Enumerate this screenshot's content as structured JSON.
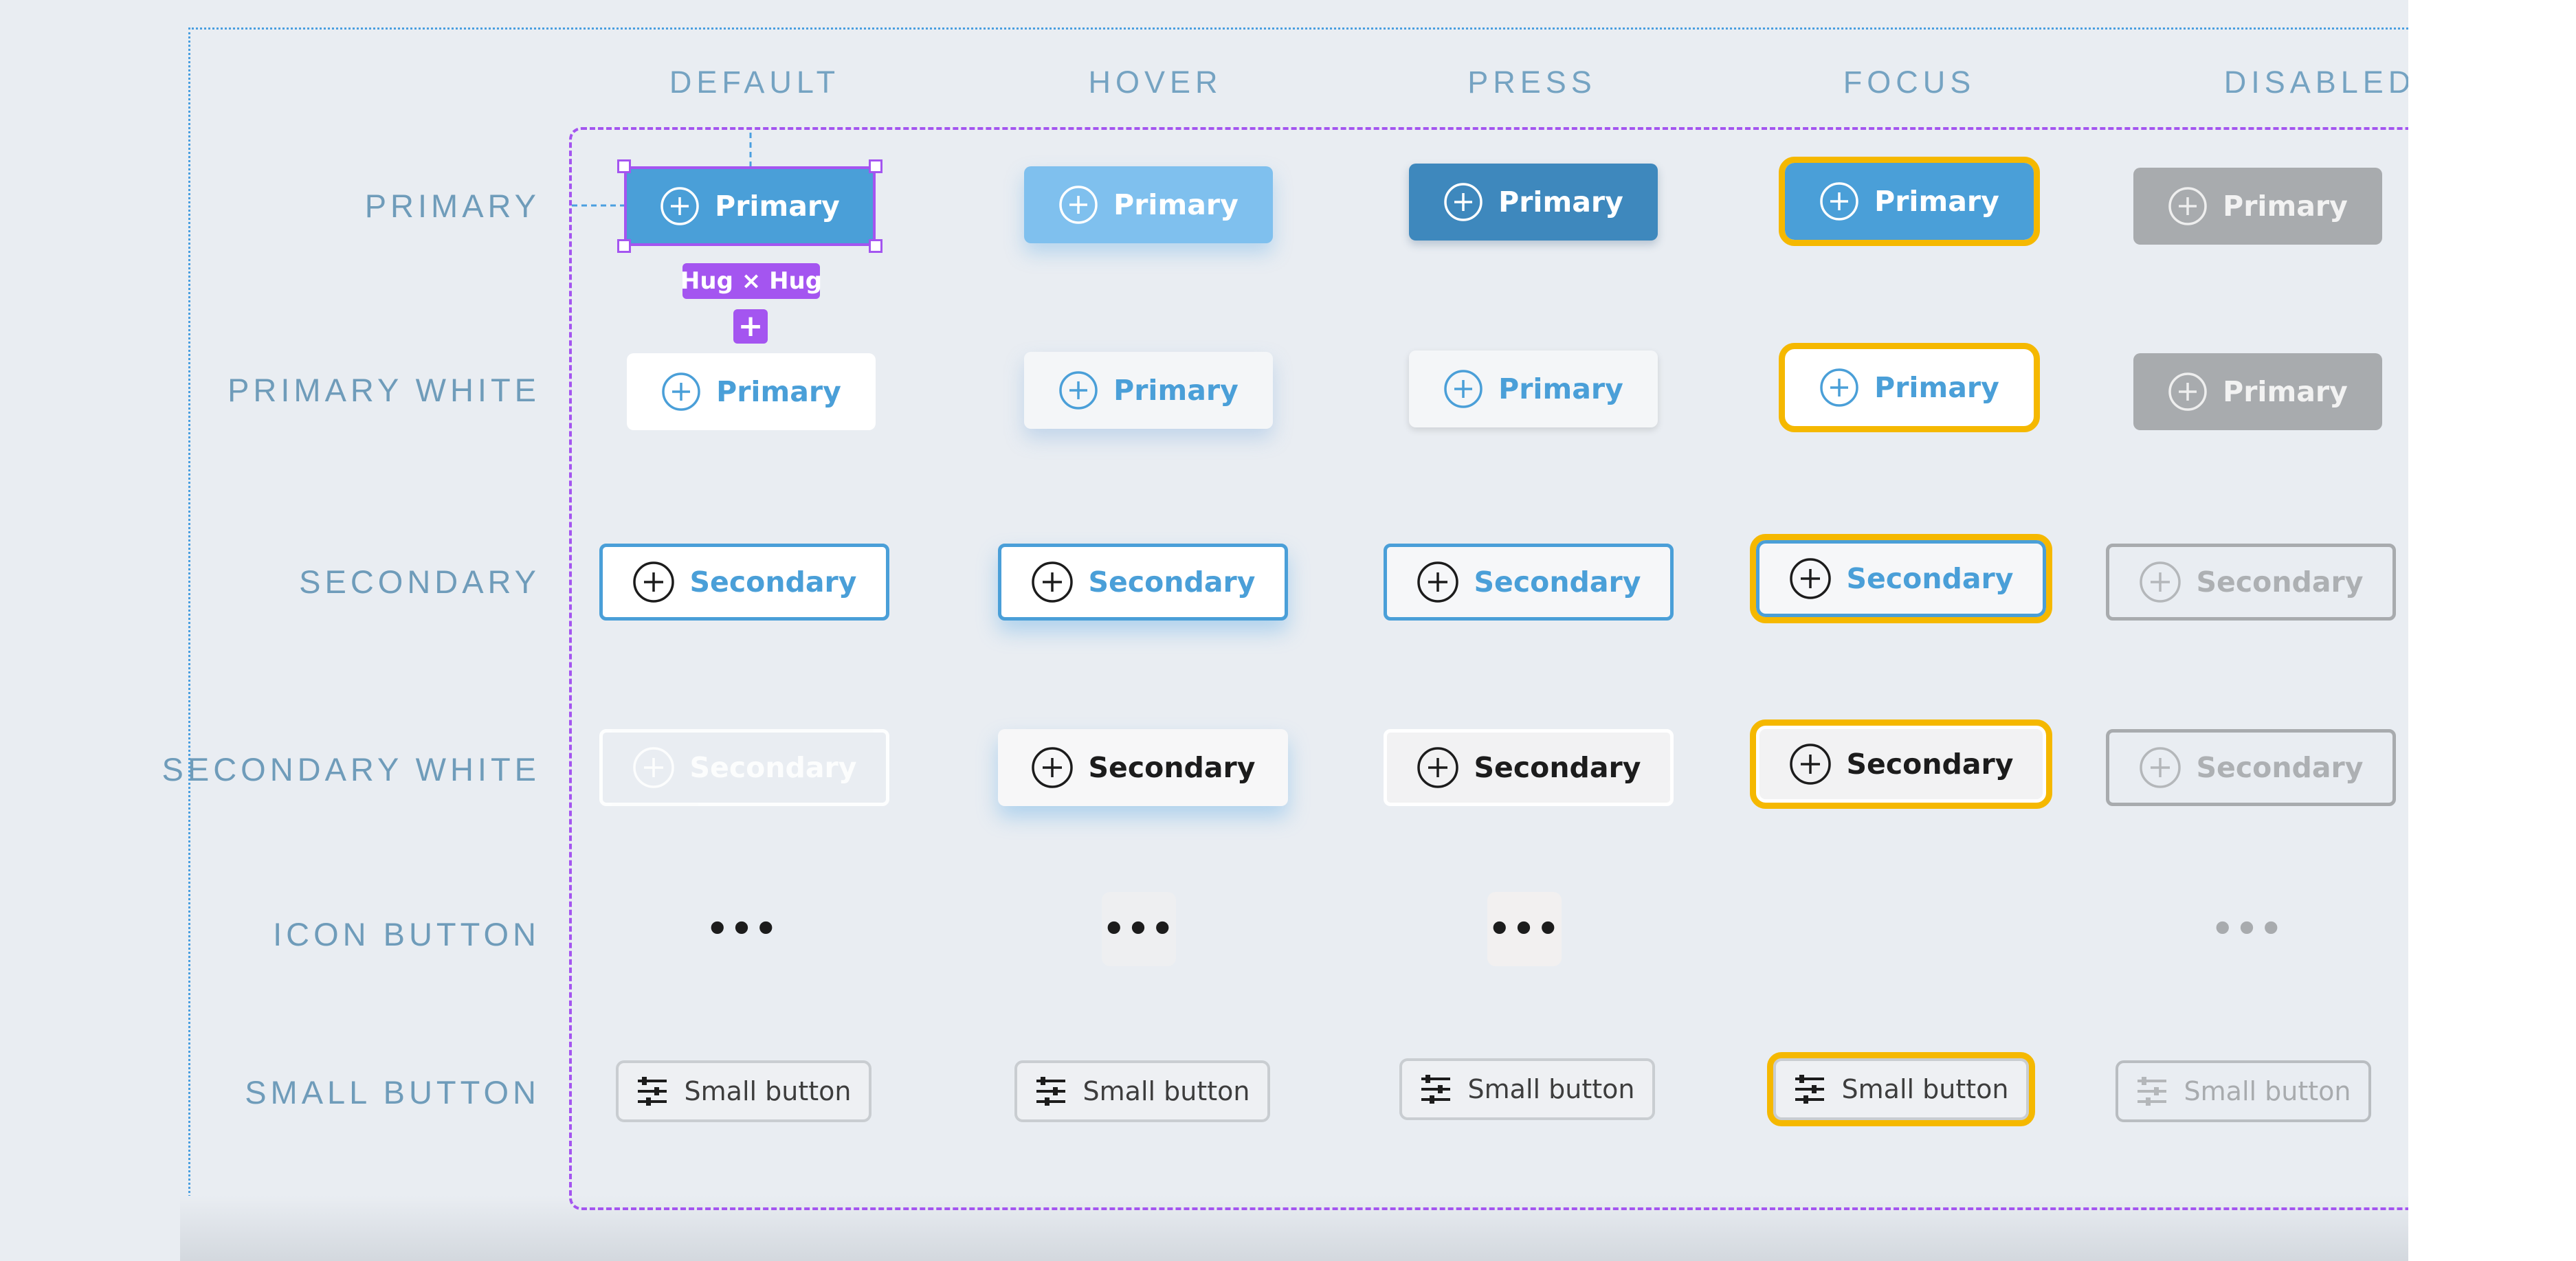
{
  "columns": [
    "DEFAULT",
    "HOVER",
    "PRESS",
    "FOCUS",
    "DISABLED"
  ],
  "rows": {
    "primary": "PRIMARY",
    "primary_white": "PRIMARY WHITE",
    "secondary": "SECONDARY",
    "secondary_white": "SECONDARY WHITE",
    "icon_button": "ICON BUTTON",
    "small_button": "SMALL BUTTON"
  },
  "labels": {
    "primary": "Primary",
    "secondary": "Secondary",
    "icon": "•••",
    "small": "Small button"
  },
  "selection": {
    "size_tag": "Hug × Hug",
    "add_glyph": "+"
  },
  "icons": {
    "add": "plus-circle-icon",
    "more": "more-horizontal-icon",
    "filter": "sliders-icon"
  },
  "colors": {
    "primary_blue": "#4a9fd8",
    "focus_ring": "#f5b800",
    "selection_purple": "#a455f0",
    "disabled_gray": "#a8abae"
  }
}
